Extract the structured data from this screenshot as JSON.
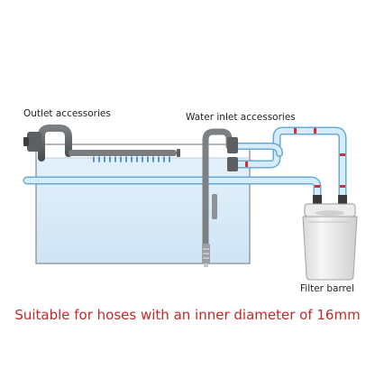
{
  "labels": {
    "outlet": "Outlet accessories",
    "inlet": "Water inlet accessories",
    "barrel": "Filter barrel"
  },
  "caption": "Suitable for hoses with an inner diameter of 16mm",
  "colors": {
    "water": "#d6e9f7",
    "hose": "#bfe0f5",
    "hose_edge": "#6aa9d6",
    "accessory": "#5d6063",
    "caption": "#c62828"
  }
}
